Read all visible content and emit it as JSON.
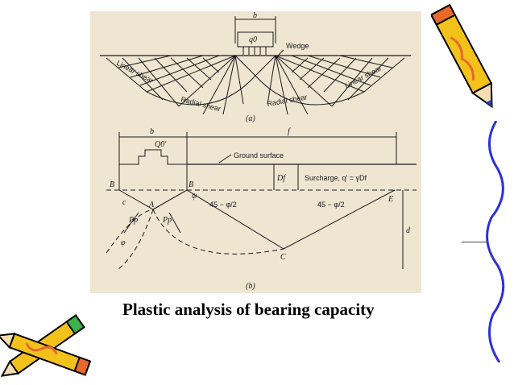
{
  "caption": "Plastic analysis of bearing capacity",
  "figure_a": {
    "width_label": "b",
    "load_label": "q0",
    "wedge_label": "Wedge",
    "linear_shear_left": "Linear shear",
    "radial_shear_left": "Radial shear",
    "radial_shear_right": "Radial shear",
    "linear_shear_right": "Linear shear",
    "part_label": "(a)"
  },
  "figure_b": {
    "width_b": "b",
    "width_f": "f",
    "load_label": "Q0'",
    "ground_surface": "Ground surface",
    "depth_label": "Df",
    "surcharge": "Surcharge, q' = γDf",
    "point_B_left": "B",
    "point_B_right": "B",
    "point_A": "A",
    "point_C": "C",
    "point_E": "E",
    "angle_psi": "ψ",
    "angle_45_left": "45 − φ/2",
    "angle_45_right": "45 − φ/2",
    "pp_left": "Pp",
    "pp_right": "Pp",
    "cohesion": "c",
    "phi": "φ",
    "depth_d": "d",
    "part_label": "(b)"
  },
  "colors": {
    "panel_bg": "#efe6d2",
    "ink": "#1a1a1a",
    "pencil_yellow": "#f2c21b",
    "pencil_orange": "#e9692c",
    "pencil_blue": "#2a3fb0",
    "squiggle_blue": "#2b32d6"
  },
  "icons": [
    "pencil-top-right",
    "pencils-bottom-left",
    "squiggle-line-right"
  ]
}
